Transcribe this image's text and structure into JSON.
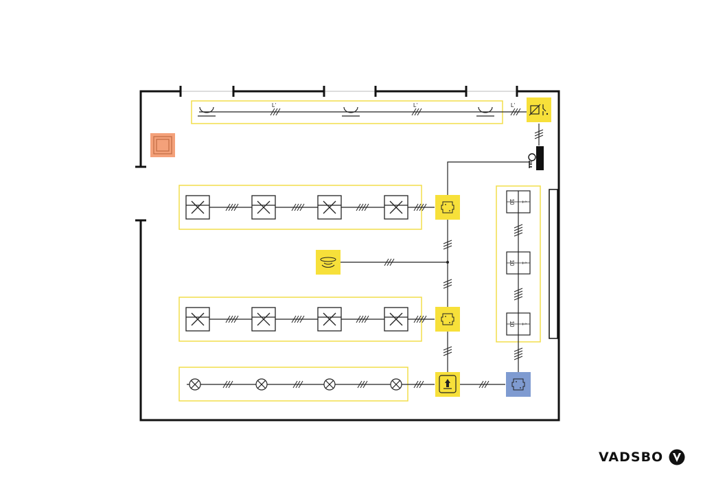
{
  "brand": {
    "name": "VADSBO"
  },
  "colors": {
    "yellow": "#f7e03a",
    "zone_outline": "#f2dd4a",
    "blue": "#7f9bd1",
    "orange": "#f4a17a",
    "wall": "#111111",
    "wire": "#222222"
  },
  "labels": {
    "phase": "L'",
    "module_a": "10",
    "module_b": "1"
  },
  "icons": {
    "linear_light": "linear-light-icon",
    "panel_light": "panel-light-icon",
    "pendant_light": "pendant-light-icon",
    "room_controller": "room-controller-icon",
    "presence_sensor": "presence-sensor-icon",
    "push_button": "push-button-icon",
    "relay": "relay-icon",
    "key_switch": "key-switch-icon",
    "dali_module": "dali-module-icon",
    "wall_panel": "wall-panel-icon"
  }
}
